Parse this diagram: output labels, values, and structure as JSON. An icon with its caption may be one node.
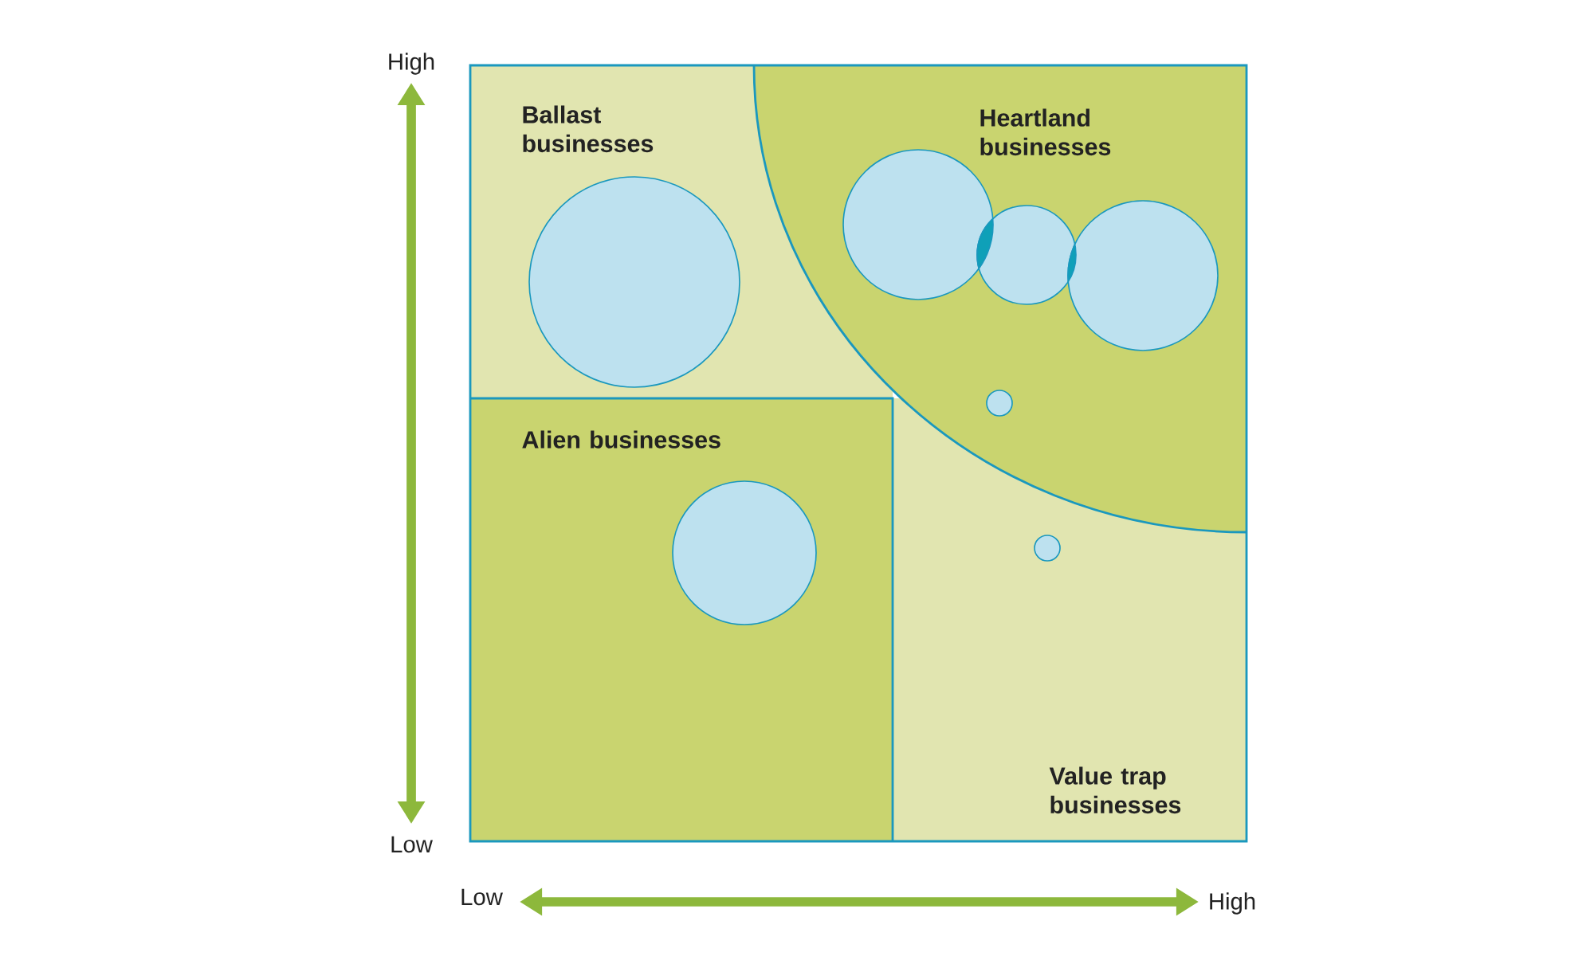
{
  "diagram": {
    "nodes": [
      {
        "text": [
          "Ballast businesses"
        ]
      },
      {
        "text": [
          "Heartland businesses"
        ]
      },
      {
        "text": [
          "Alien businesses"
        ]
      },
      {
        "text": [
          "Value trap businesses"
        ]
      },
      {
        "text": [],
        "shape": "circle",
        "in": 0
      },
      {
        "text": [],
        "shape": "circle",
        "in": 1
      },
      {
        "text": [],
        "shape": "circle",
        "in": 1
      },
      {
        "text": [],
        "shape": "circle",
        "in": 1
      },
      {
        "text": [],
        "shape": "circle",
        "in": 1
      },
      {
        "text": [],
        "shape": "circle",
        "in": 3
      },
      {
        "text": [],
        "shape": "circle",
        "in": 2
      }
    ],
    "labels": [
      "High",
      "Low",
      "Low",
      "High"
    ]
  }
}
